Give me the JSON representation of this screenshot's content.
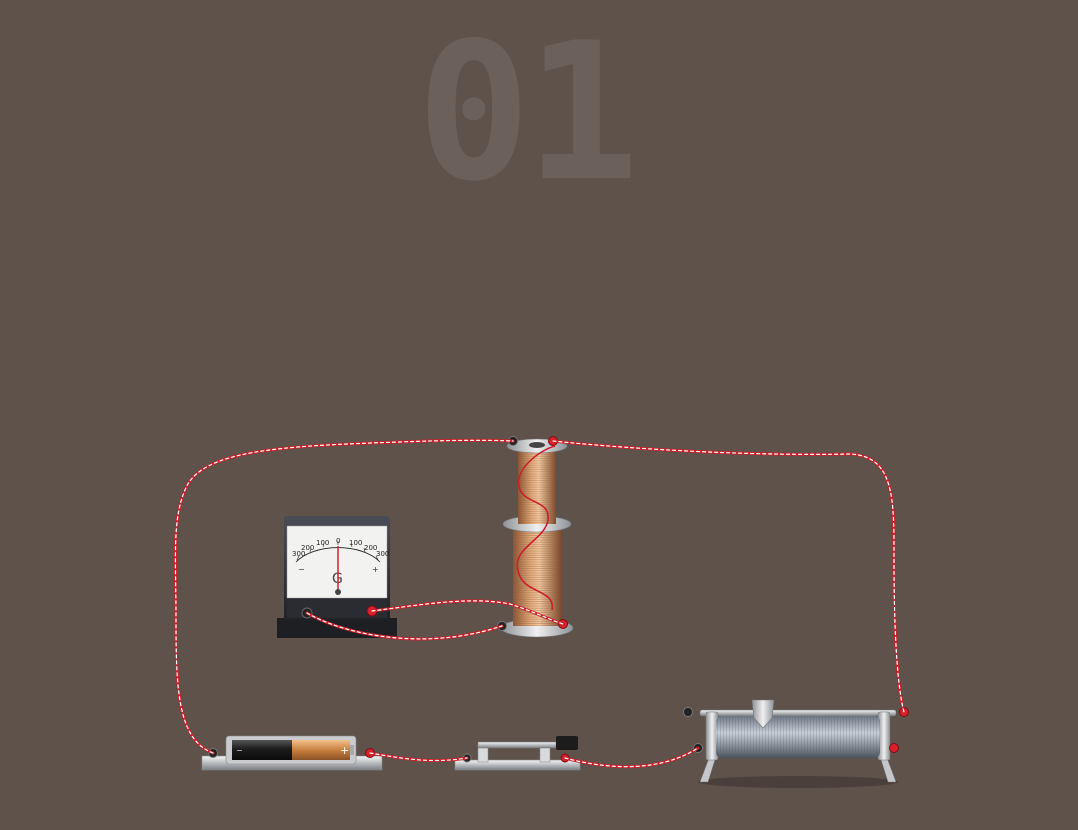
{
  "step": {
    "number": "01"
  },
  "galvanometer": {
    "symbol": "G",
    "scale_labels": [
      "300",
      "200",
      "100",
      "0",
      "100",
      "200",
      "300"
    ],
    "minus_sign": "−",
    "plus_sign": "+",
    "needle_reading": 0
  },
  "battery": {
    "minus_sign": "−",
    "plus_sign": "+"
  },
  "colors": {
    "background": "#5e524b",
    "wire": "#c8202a",
    "wire_stripe": "#ffffff",
    "terminal_red": "#d81f2a",
    "terminal_black": "#222222",
    "copper": "#c98b5a"
  }
}
